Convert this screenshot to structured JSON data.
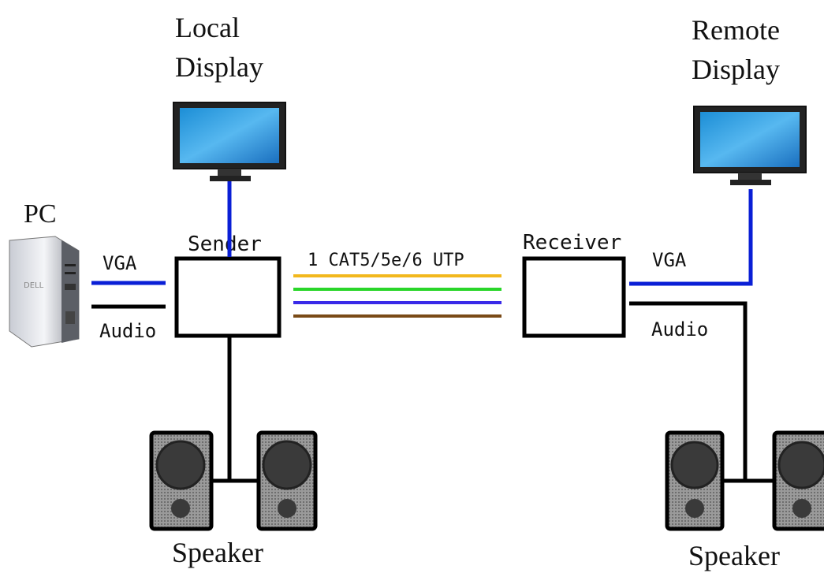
{
  "labels": {
    "local_display": [
      "Local",
      "Display"
    ],
    "remote_display": [
      "Remote",
      "Display"
    ],
    "pc": "PC",
    "sender": "Sender",
    "receiver": "Receiver",
    "cable": "1 CAT5/5e/6 UTP",
    "vga_left": "VGA",
    "audio_left": "Audio",
    "vga_right": "VGA",
    "audio_right": "Audio",
    "speaker_left": "Speaker",
    "speaker_right": "Speaker"
  },
  "colors": {
    "vga": "#0a1fd6",
    "audio": "#000000",
    "cable_wires": [
      "#f2b81d",
      "#2ad62a",
      "#3a2ae8",
      "#7a4a16"
    ]
  }
}
